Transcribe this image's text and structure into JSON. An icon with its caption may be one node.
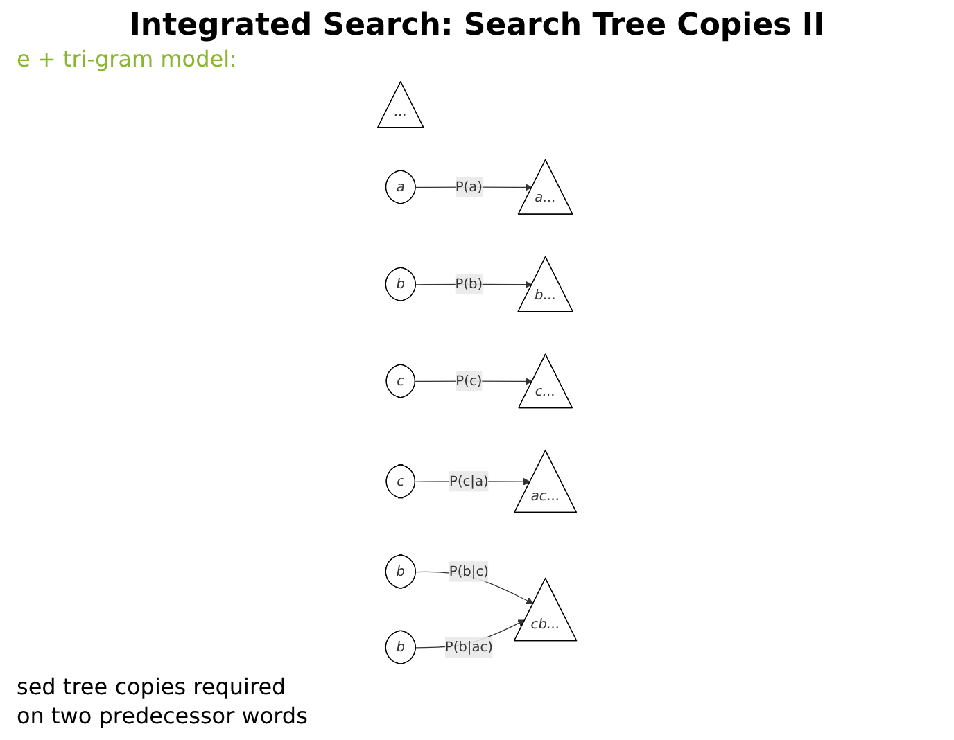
{
  "diagram": {
    "title": "Integrated Search: Search Tree Copies II",
    "nodes": [
      {
        "text": [
          "..."
        ]
      },
      {
        "text": [
          "a"
        ]
      },
      {
        "text": [
          "b"
        ]
      },
      {
        "text": [
          "c"
        ]
      },
      {
        "text": [
          "a..."
        ]
      },
      {
        "text": [
          "b..."
        ]
      },
      {
        "text": [
          "c..."
        ]
      },
      {
        "text": [
          "c"
        ]
      },
      {
        "text": [
          "b"
        ]
      },
      {
        "text": [
          "ac..."
        ]
      },
      {
        "text": [
          "b"
        ]
      },
      {
        "text": [
          "cb..."
        ]
      }
    ],
    "edges": [
      {
        "from": 1,
        "to": 4,
        "arrow": "to",
        "label": "P(a)"
      },
      {
        "from": 2,
        "to": 5,
        "arrow": "to",
        "label": "P(b)"
      },
      {
        "from": 3,
        "to": 6,
        "arrow": "to",
        "label": "P(c)"
      },
      {
        "from": 7,
        "to": 9,
        "arrow": "to",
        "label": "P(c|a)"
      },
      {
        "from": 8,
        "to": 11,
        "arrow": "to",
        "label": "P(b|c)"
      },
      {
        "from": 10,
        "to": 11,
        "arrow": "to",
        "label": "P(b|ac)"
      }
    ],
    "labels": [
      "e + tri-gram model:",
      "sed tree copies required",
      "on two predecessor words"
    ]
  }
}
